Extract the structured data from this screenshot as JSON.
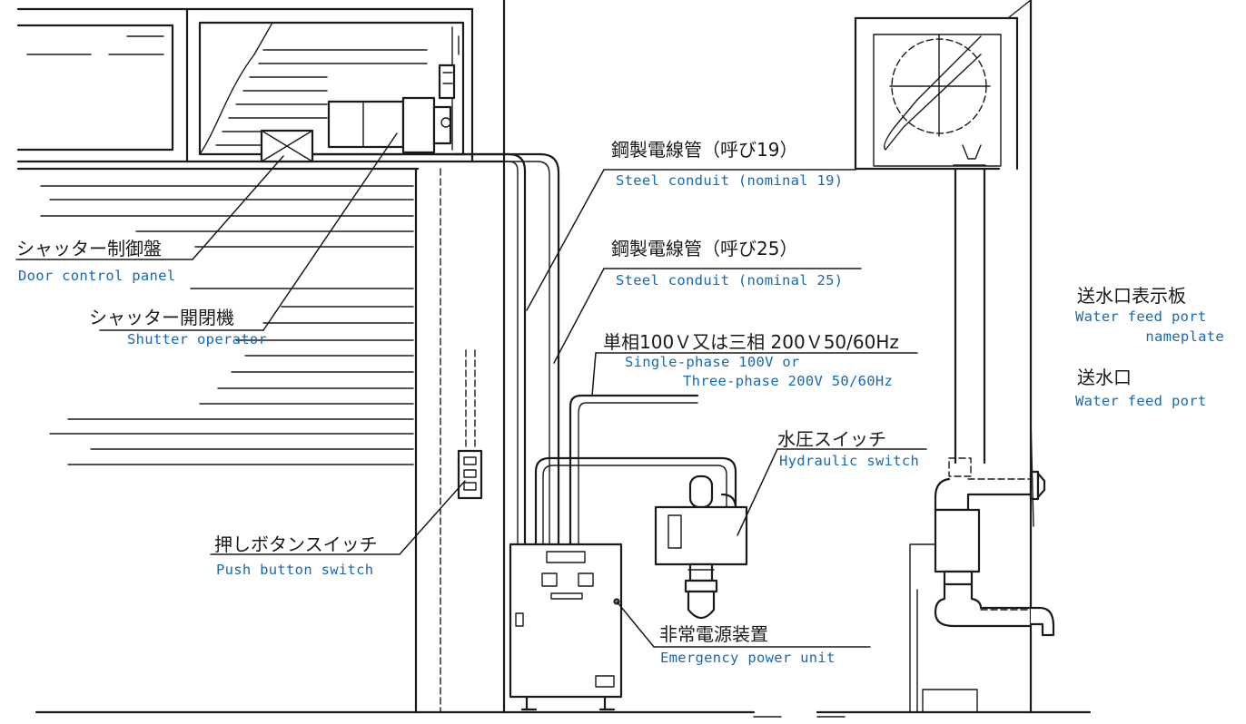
{
  "colors": {
    "line": "#1a1a1a",
    "english_label": "#1768b5",
    "background": "#ffffff"
  },
  "labels": {
    "steel_conduit_19": {
      "jp": "鋼製電線管（呼び19）",
      "en": "Steel conduit (nominal 19)"
    },
    "steel_conduit_25": {
      "jp": "鋼製電線管（呼び25）",
      "en": "Steel conduit (nominal 25)"
    },
    "power_supply": {
      "jp": "単相100Ｖ又は三相 200Ｖ50/60Hz",
      "en_line1": "Single-phase 100V or",
      "en_line2": "Three-phase 200V 50/60Hz"
    },
    "door_control_panel": {
      "jp": "シャッター制御盤",
      "en": "Door control panel"
    },
    "shutter_operator": {
      "jp": "シャッター開閉機",
      "en": "Shutter operator"
    },
    "push_button_switch": {
      "jp": "押しボタンスイッチ",
      "en": "Push button switch"
    },
    "hydraulic_switch": {
      "jp": "水圧スイッチ",
      "en": "Hydraulic switch"
    },
    "emergency_power_unit": {
      "jp": "非常電源装置",
      "en": "Emergency power unit"
    },
    "water_feed_port_nameplate": {
      "jp": "送水口表示板",
      "en_line1": "Water feed port",
      "en_line2": "nameplate"
    },
    "water_feed_port": {
      "jp": "送水口",
      "en": "Water feed port"
    }
  }
}
